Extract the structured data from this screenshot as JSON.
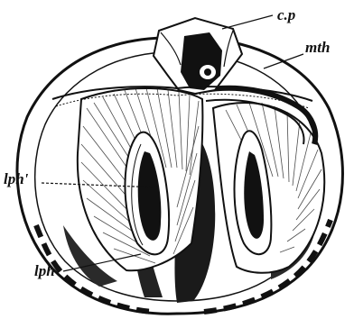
{
  "figure": {
    "labels": {
      "cp": "c.p",
      "mth": "mth",
      "lph_prime": "lph'",
      "lph": "lph"
    },
    "colors": {
      "ink": "#111111",
      "paper": "#ffffff"
    }
  }
}
